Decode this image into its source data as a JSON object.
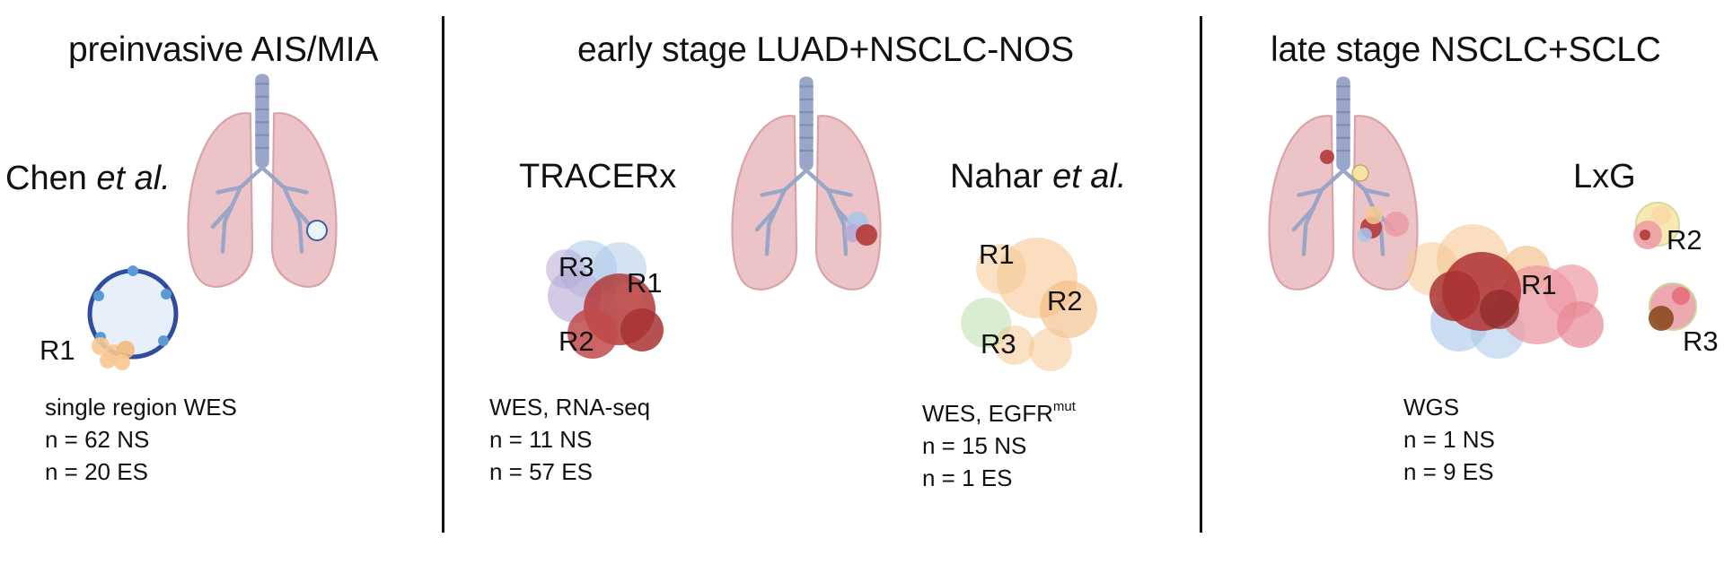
{
  "panels": [
    {
      "title": "preinvasive AIS/MIA",
      "studies": [
        {
          "name": "Chen",
          "name_italic": "et al.",
          "regions": [
            "R1"
          ],
          "assay": "single region WES",
          "assay_sup": "",
          "counts": [
            "n = 62 NS",
            "n = 20 ES"
          ]
        }
      ]
    },
    {
      "title": "early stage LUAD+NSCLC-NOS",
      "studies": [
        {
          "name": "TRACERx",
          "name_italic": "",
          "regions": [
            "R3",
            "R1",
            "R2"
          ],
          "assay": "WES, RNA-seq",
          "assay_sup": "",
          "counts": [
            "n = 11 NS",
            "n = 57 ES"
          ]
        },
        {
          "name": "Nahar",
          "name_italic": "et al.",
          "regions": [
            "R1",
            "R2",
            "R3"
          ],
          "assay": "WES, EGFR",
          "assay_sup": "mut",
          "counts": [
            "n = 15 NS",
            "n = 1 ES"
          ]
        }
      ]
    },
    {
      "title": "late stage NSCLC+SCLC",
      "studies": [
        {
          "name": "LxG",
          "name_italic": "",
          "regions": [
            "R2",
            "R1",
            "R3"
          ],
          "assay": "WGS",
          "assay_sup": "",
          "counts": [
            "n = 1 NS",
            "n = 9 ES"
          ]
        }
      ]
    }
  ],
  "colors": {
    "lung": "#ecc3c6",
    "lung_edge": "#d9a3a8",
    "airway": "#9aa6c8",
    "airway_dark": "#7f8cb5",
    "tumor_red": "#b23a3a",
    "tumor_blue": "#a9c6ea",
    "tumor_purple": "#b6a9d6",
    "tumor_orange": "#f6c894",
    "tumor_pink": "#ec9aa3",
    "tumor_green": "#c9e6bd",
    "divider": "#111111"
  },
  "icons": [
    "lung-icon",
    "alveolus-icon",
    "tumor-cluster-icon"
  ]
}
